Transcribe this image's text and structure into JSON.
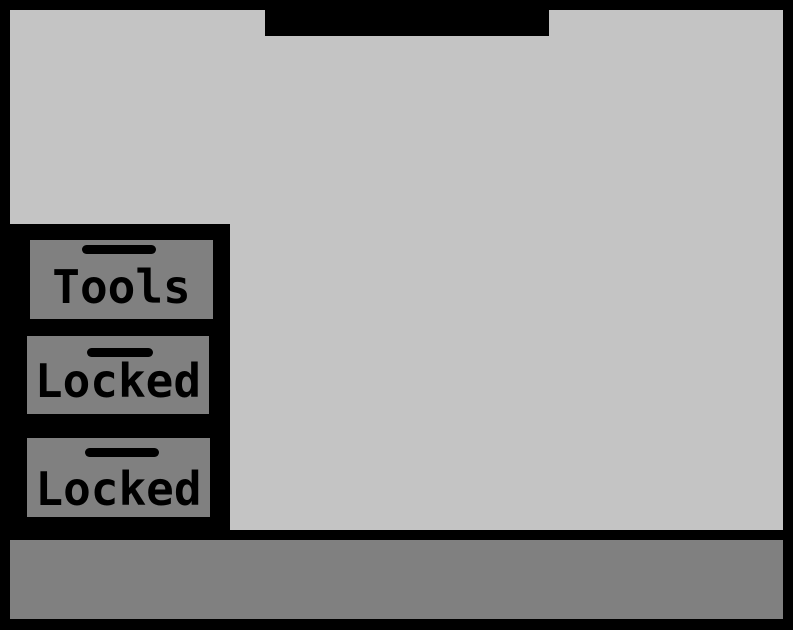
{
  "scene": {
    "colors": {
      "wall": "#c4c4c4",
      "frame": "#000000",
      "drawer": "#808080",
      "floor": "#808080",
      "text": "#000000"
    }
  },
  "cabinet": {
    "drawers": [
      {
        "label": "Tools",
        "state": "unlocked"
      },
      {
        "label": "Locked",
        "state": "locked"
      },
      {
        "label": "Locked",
        "state": "locked"
      }
    ]
  }
}
